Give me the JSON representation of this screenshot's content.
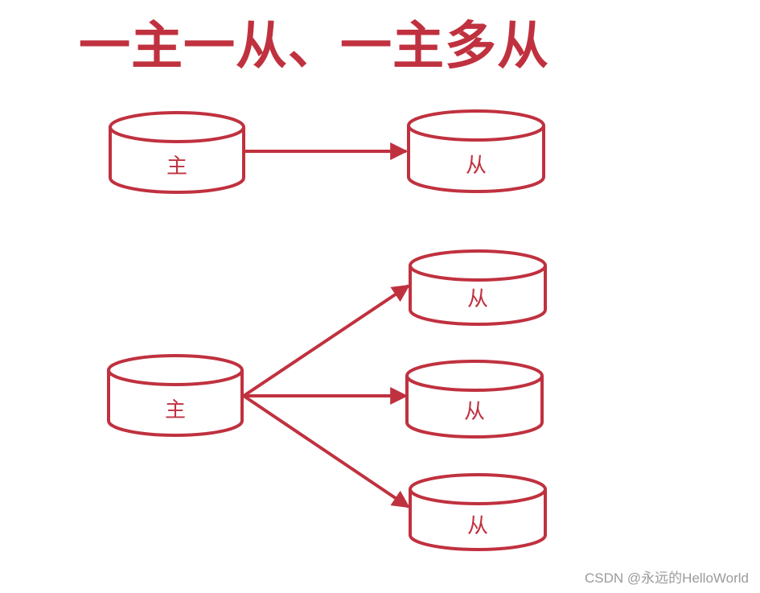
{
  "title": "一主一从、一主多从",
  "colors": {
    "accent": "#c0313f",
    "background": "#ffffff",
    "watermark": "#9a9a9a"
  },
  "diagrams": {
    "one_to_one": {
      "master_label": "主",
      "slave_label": "从"
    },
    "one_to_many": {
      "master_label": "主",
      "slave_labels": [
        "从",
        "从",
        "从"
      ]
    }
  },
  "watermark": "CSDN @永远的HelloWorld"
}
